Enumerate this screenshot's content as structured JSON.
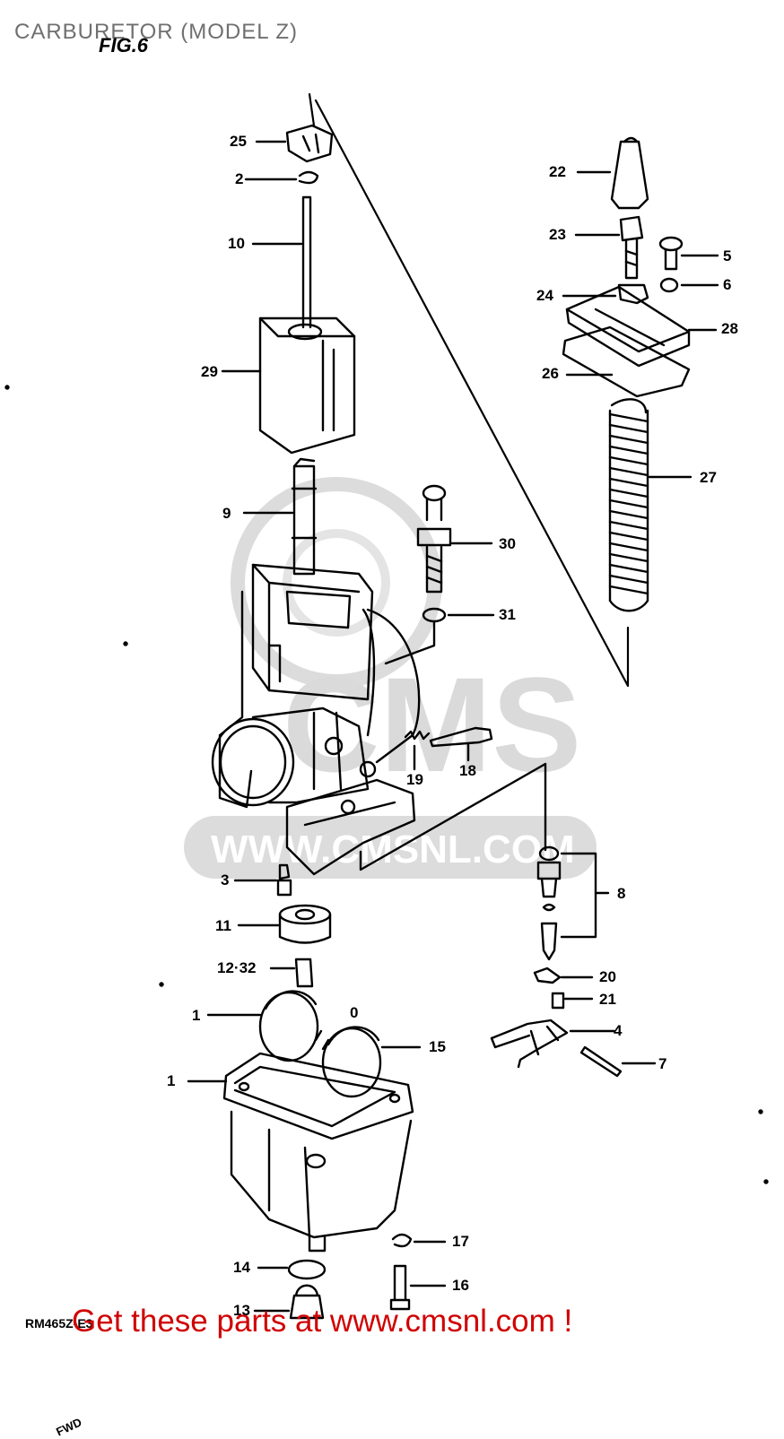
{
  "header": {
    "title": "CARBURETOR (MODEL Z)",
    "figure": "FIG.6"
  },
  "watermark": {
    "top": "CMS",
    "bottom": "WWW.CMSNL.COM"
  },
  "parts": [
    {
      "id": "p25",
      "text": "25"
    },
    {
      "id": "p2",
      "text": "2"
    },
    {
      "id": "p10",
      "text": "10"
    },
    {
      "id": "p29",
      "text": "29"
    },
    {
      "id": "p9",
      "text": "9"
    },
    {
      "id": "p30",
      "text": "30"
    },
    {
      "id": "p31",
      "text": "31"
    },
    {
      "id": "p19",
      "text": "19"
    },
    {
      "id": "p18",
      "text": "18"
    },
    {
      "id": "p22",
      "text": "22"
    },
    {
      "id": "p23",
      "text": "23"
    },
    {
      "id": "p5",
      "text": "5"
    },
    {
      "id": "p24",
      "text": "24"
    },
    {
      "id": "p6",
      "text": "6"
    },
    {
      "id": "p28",
      "text": "28"
    },
    {
      "id": "p26",
      "text": "26"
    },
    {
      "id": "p27",
      "text": "27"
    },
    {
      "id": "p3",
      "text": "3"
    },
    {
      "id": "p11",
      "text": "11"
    },
    {
      "id": "p1232",
      "text": "12·32"
    },
    {
      "id": "p1a",
      "text": "1"
    },
    {
      "id": "p0",
      "text": "0"
    },
    {
      "id": "p15",
      "text": "15"
    },
    {
      "id": "p1b",
      "text": "1"
    },
    {
      "id": "p8",
      "text": "8"
    },
    {
      "id": "p20",
      "text": "20"
    },
    {
      "id": "p21",
      "text": "21"
    },
    {
      "id": "p4",
      "text": "4"
    },
    {
      "id": "p7",
      "text": "7"
    },
    {
      "id": "p17",
      "text": "17"
    },
    {
      "id": "p14",
      "text": "14"
    },
    {
      "id": "p16",
      "text": "16"
    },
    {
      "id": "p13",
      "text": "13"
    }
  ],
  "diagram_code": "RM465Z-E3",
  "fwd_label": "FWD",
  "footer": {
    "text": "Get these parts at www.cmsnl.com !"
  },
  "colors": {
    "footer": "#d00000",
    "title": "#6f6f6f",
    "watermark": "#d8d8d8"
  }
}
